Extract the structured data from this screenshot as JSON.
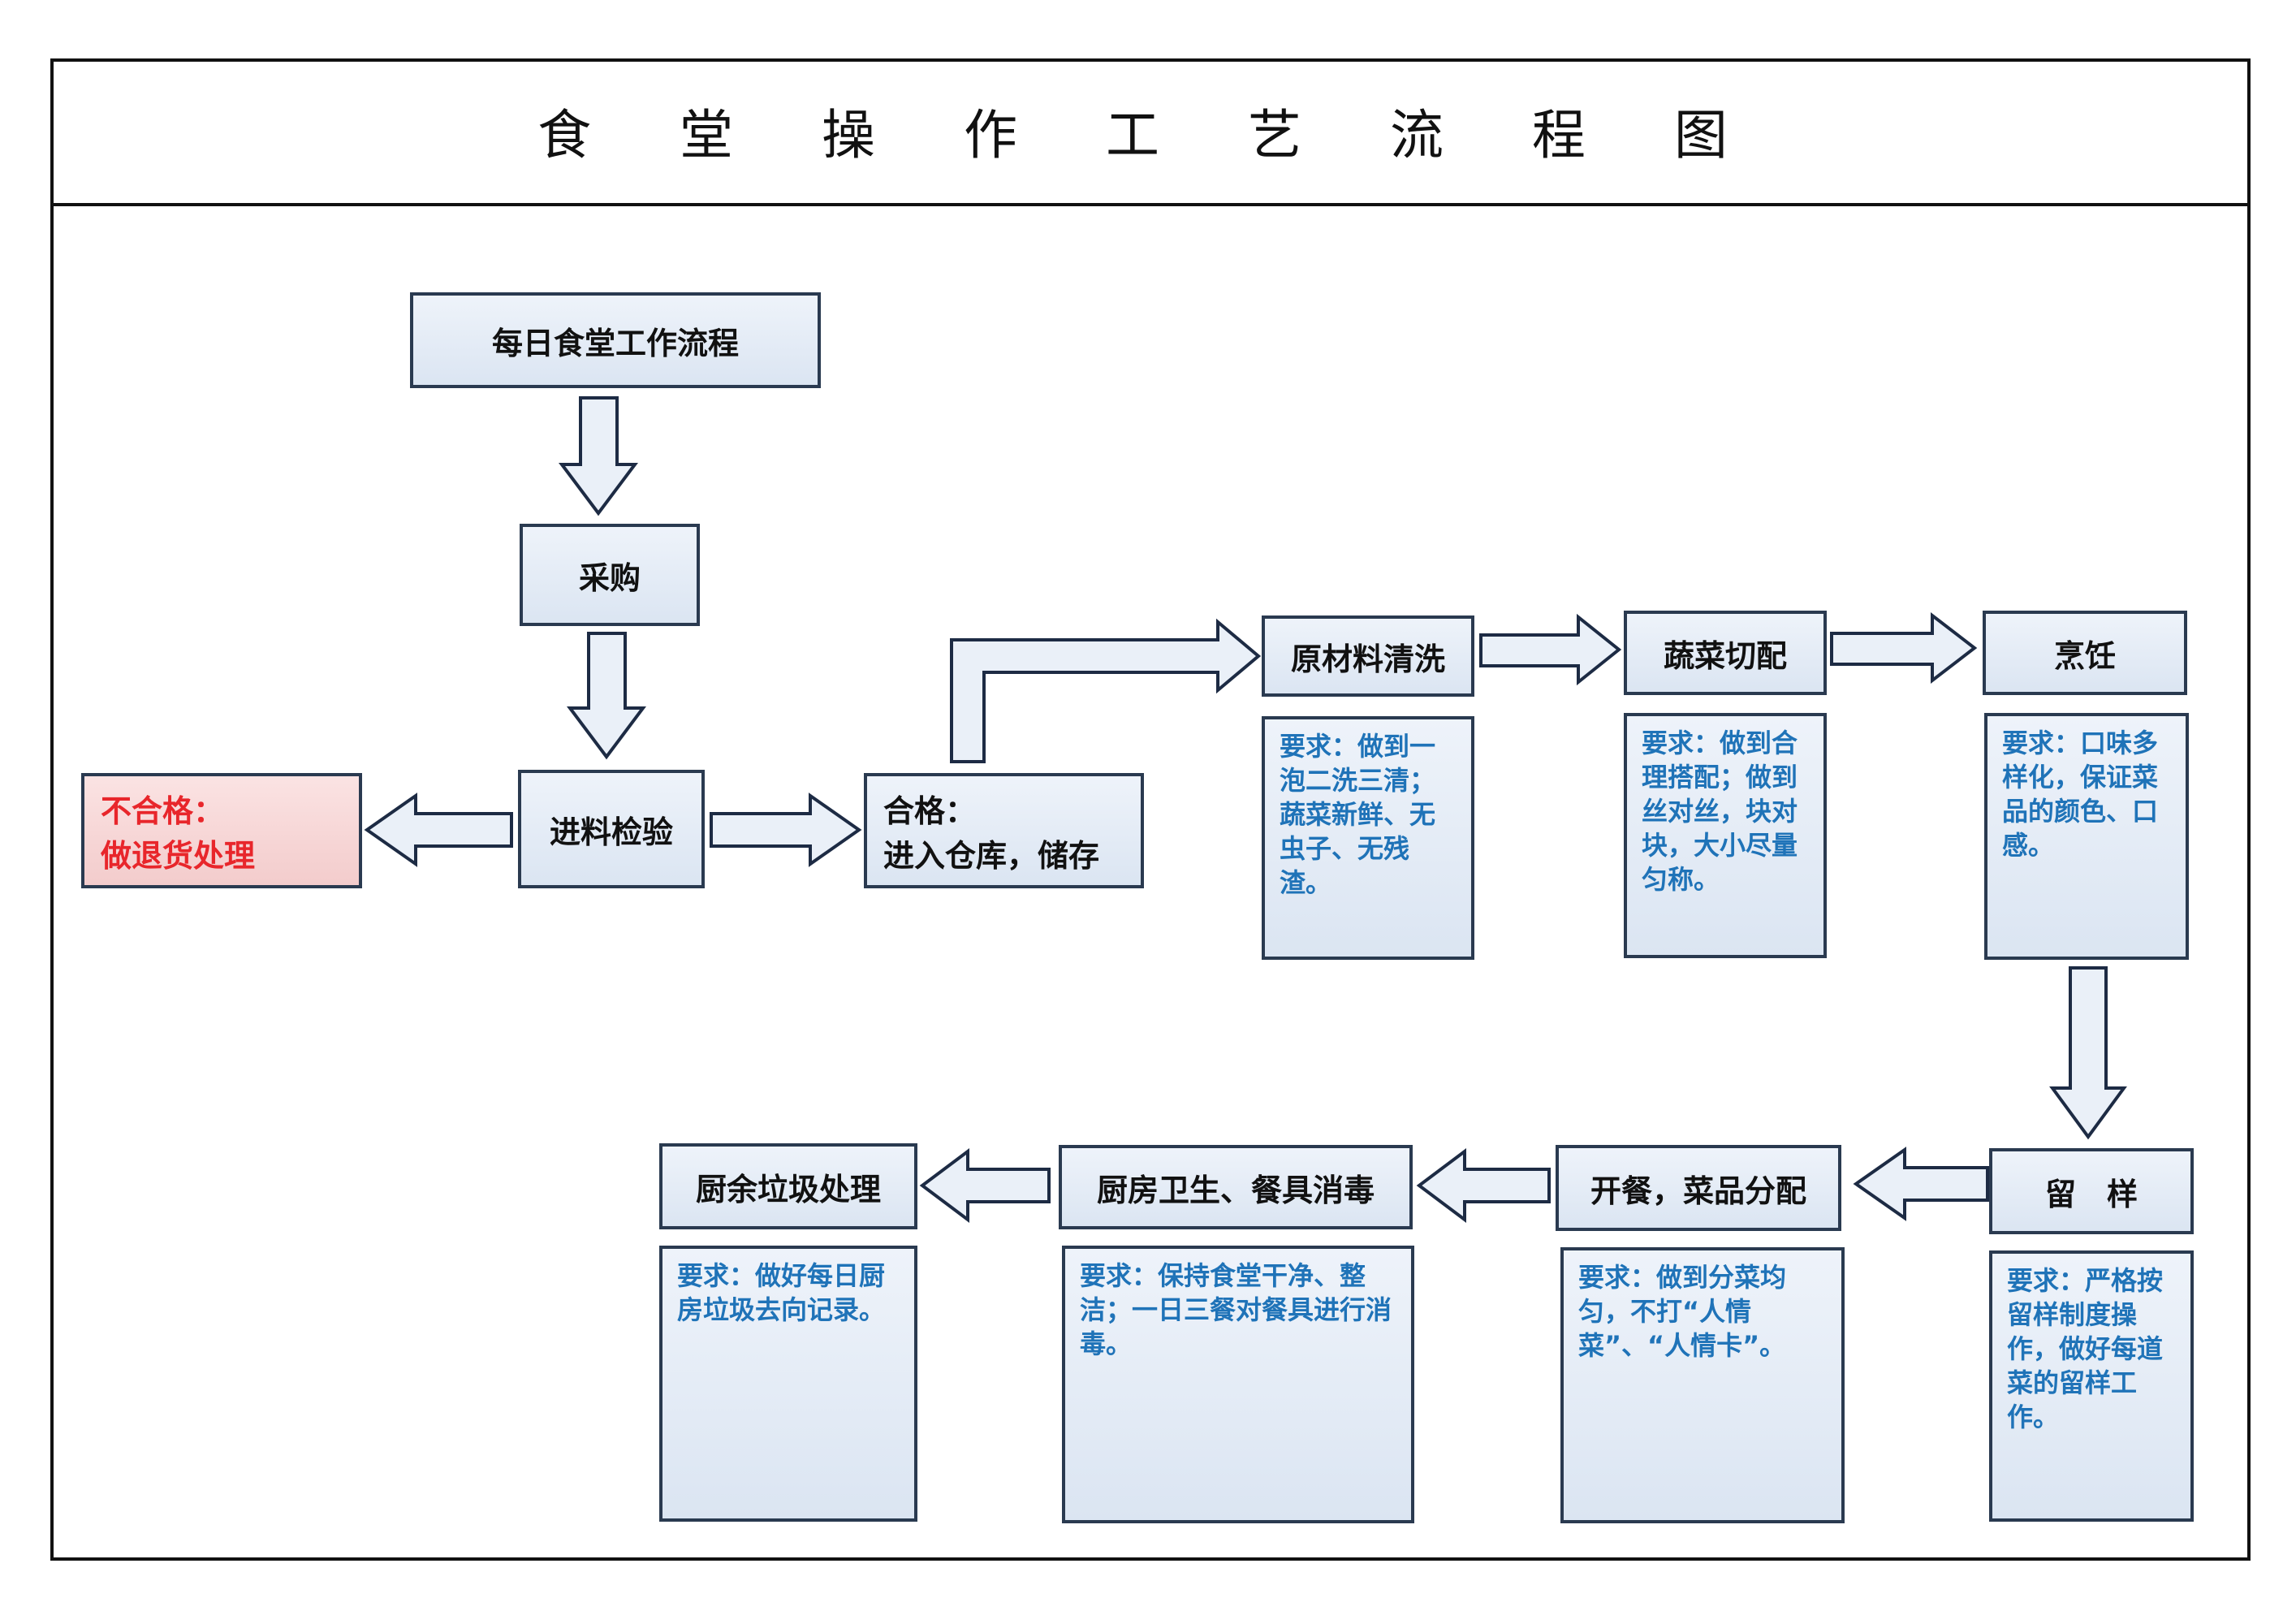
{
  "title": "食 堂 操 作 工 艺 流 程 图",
  "nodes": {
    "daily_flow": "每日食堂工作流程",
    "purchase": "采购",
    "inspection": "进料检验",
    "reject": "不合格：\n做退货处理",
    "qualified": "合格：\n进入仓库，储存",
    "washing": "原材料清洗",
    "cutting": "蔬菜切配",
    "cooking": "烹饪",
    "sample": "留　样",
    "serving": "开餐，菜品分配",
    "hygiene": "厨房卫生、餐具消毒",
    "waste": "厨余垃圾处理"
  },
  "notes": {
    "washing": "要求：做到一泡二洗三清；蔬菜新鲜、无虫子、无残渣。",
    "cutting": "要求：做到合理搭配；做到丝对丝，块对块，大小尽量匀称。",
    "cooking": "要求：口味多样化，保证菜品的颜色、口感。",
    "sample": "要求：严格按留样制度操作，做好每道菜的留样工作。",
    "serving": "要求：做到分菜均匀，不打“人情菜”、“人情卡”。",
    "hygiene": "要求：保持食堂干净、整洁；一日三餐对餐具进行消毒。",
    "waste": "要求：做好每日厨房垃圾去向记录。"
  },
  "colors": {
    "box_fill": "#dbe5f2",
    "box_border": "#2a3a50",
    "note_text": "#1f73b8",
    "reject_text": "#e8262b",
    "reject_fill": "#f3cccc"
  }
}
